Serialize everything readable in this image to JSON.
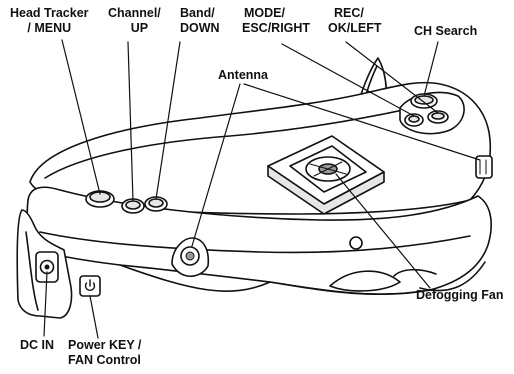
{
  "labels": {
    "head_tracker": [
      "Head Tracker",
      "/ MENU"
    ],
    "channel": [
      "Channel/",
      "UP"
    ],
    "band": [
      "Band/",
      "DOWN"
    ],
    "mode": [
      "MODE/",
      "ESC/RIGHT"
    ],
    "rec": [
      "REC/",
      "OK/LEFT"
    ],
    "ch_search": [
      "CH Search"
    ],
    "antenna": [
      "Antenna"
    ],
    "defogging_fan": [
      "Defogging Fan"
    ],
    "dc_in": [
      "DC IN"
    ],
    "power_key": [
      "Power KEY /",
      "FAN Control"
    ]
  },
  "colors": {
    "line": "#111111",
    "fill": "#ffffff",
    "shade": "#e6e6e6",
    "dark": "#9a9a9a"
  },
  "icons": {
    "power": "power-icon"
  }
}
